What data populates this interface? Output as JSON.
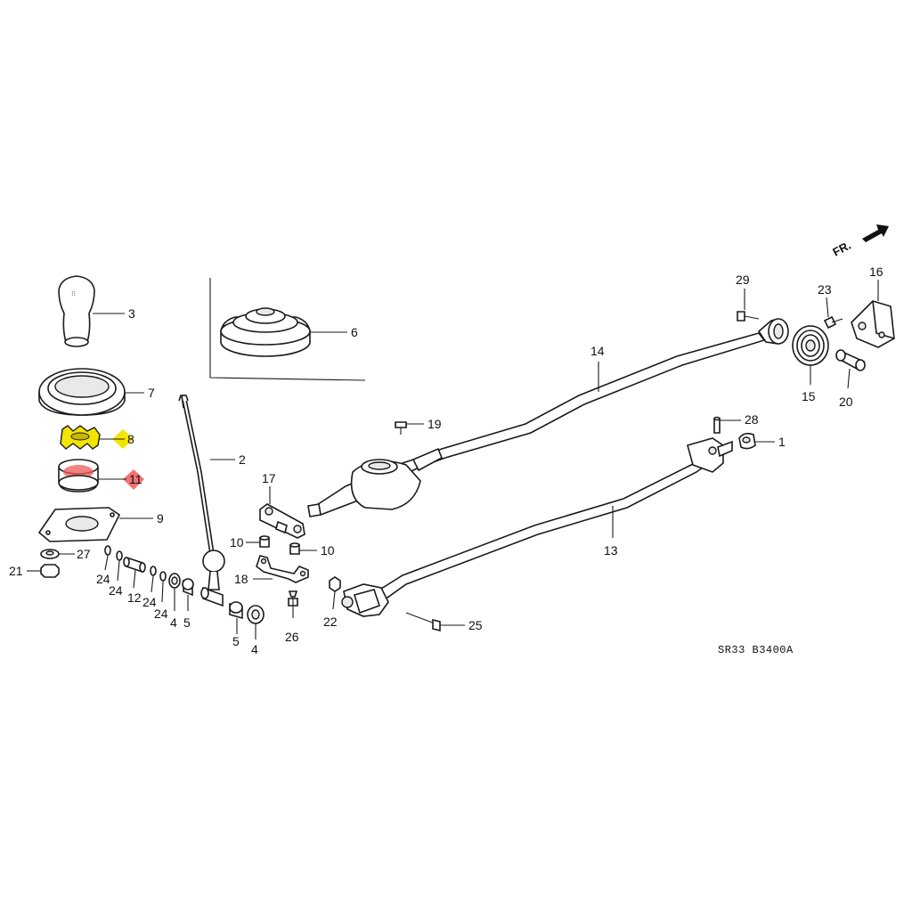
{
  "diagram": {
    "diagram_code": "SR33  B3400A",
    "direction_label": "FR.",
    "highlight_colors": {
      "yellow": "#f2e600",
      "red": "#ef5a5a"
    },
    "callouts": {
      "c1": "1",
      "c2": "2",
      "c3": "3",
      "c4a": "4",
      "c4b": "4",
      "c5a": "5",
      "c5b": "5",
      "c6": "6",
      "c7": "7",
      "c8": "8",
      "c9": "9",
      "c10a": "10",
      "c10b": "10",
      "c11": "11",
      "c12": "12",
      "c13": "13",
      "c14": "14",
      "c15": "15",
      "c16": "16",
      "c17": "17",
      "c18": "18",
      "c19": "19",
      "c20": "20",
      "c21": "21",
      "c22": "22",
      "c23": "23",
      "c24a": "24",
      "c24b": "24",
      "c24c": "24",
      "c24d": "24",
      "c25": "25",
      "c26": "26",
      "c27": "27",
      "c28": "28",
      "c29": "29"
    }
  }
}
